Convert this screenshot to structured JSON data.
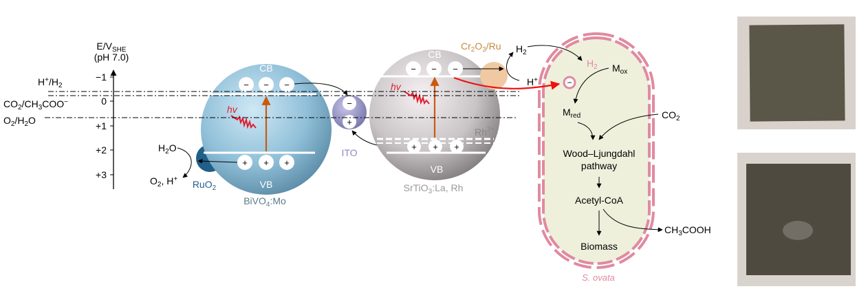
{
  "axis": {
    "title": "E/V",
    "title_sub": "SHE",
    "subtitle": "(pH 7.0)",
    "ticks": [
      "−1",
      "0",
      "+1",
      "+2",
      "+3"
    ]
  },
  "couples": {
    "h": {
      "a": "H",
      "sup": "+",
      "b": "/H",
      "sub": "2"
    },
    "co2": {
      "a": "CO",
      "s1": "2",
      "b": "/CH",
      "s2": "3",
      "c": "COO",
      "sup": "−"
    },
    "o2": {
      "a": "O",
      "s1": "2",
      "b": "/H",
      "s2": "2",
      "c": "O"
    }
  },
  "bivo4": {
    "cb": "CB",
    "vb": "VB",
    "label": "BiVO",
    "label_sub": "4",
    "label_end": ":Mo",
    "hv": "hv",
    "minus": "−",
    "plus": "+"
  },
  "ruo2": {
    "label": "RuO",
    "sub": "2"
  },
  "water": {
    "h2o_a": "H",
    "h2o_s": "2",
    "h2o_b": "O",
    "prod_a": "O",
    "prod_s": "2",
    "prod_b": ", H",
    "prod_sup": "+"
  },
  "ito": {
    "label": "ITO"
  },
  "srtio3": {
    "cb": "CB",
    "vb": "VB",
    "label": "SrTiO",
    "label_sub": "3",
    "label_end": ":La, Rh",
    "rh": "Rh",
    "rh_sup": "3+",
    "hv": "hv"
  },
  "cocat": {
    "a": "Cr",
    "s1": "2",
    "b": "O",
    "s2": "3",
    "c": "/Ru"
  },
  "gas": {
    "h2": "H",
    "h2_sub": "2",
    "hp": "H",
    "hp_sup": "+"
  },
  "cell": {
    "name": "S. ovata",
    "h2": "H",
    "h2_sub": "2",
    "mox": "M",
    "mox_sub": "ox",
    "mred": "M",
    "mred_sub": "red",
    "co2": "CO",
    "co2_sub": "2",
    "wl1": "Wood–Ljungdahl",
    "wl2": "pathway",
    "acetyl": "Acetyl-CoA",
    "biomass": "Biomass",
    "acetate_a": "CH",
    "acetate_s": "3",
    "acetate_b": "COOH"
  },
  "colors": {
    "bivo4": "#8fbfd8",
    "srtio3": "#c9c4c6",
    "ito": "#9b98c8",
    "ruo2": "#1f5f8a",
    "cocat": "#f0c9a2",
    "cell_fill": "#eef0dc",
    "cell_border": "#e08aa0",
    "hv": "#e02030",
    "excite": "#c85a10"
  }
}
